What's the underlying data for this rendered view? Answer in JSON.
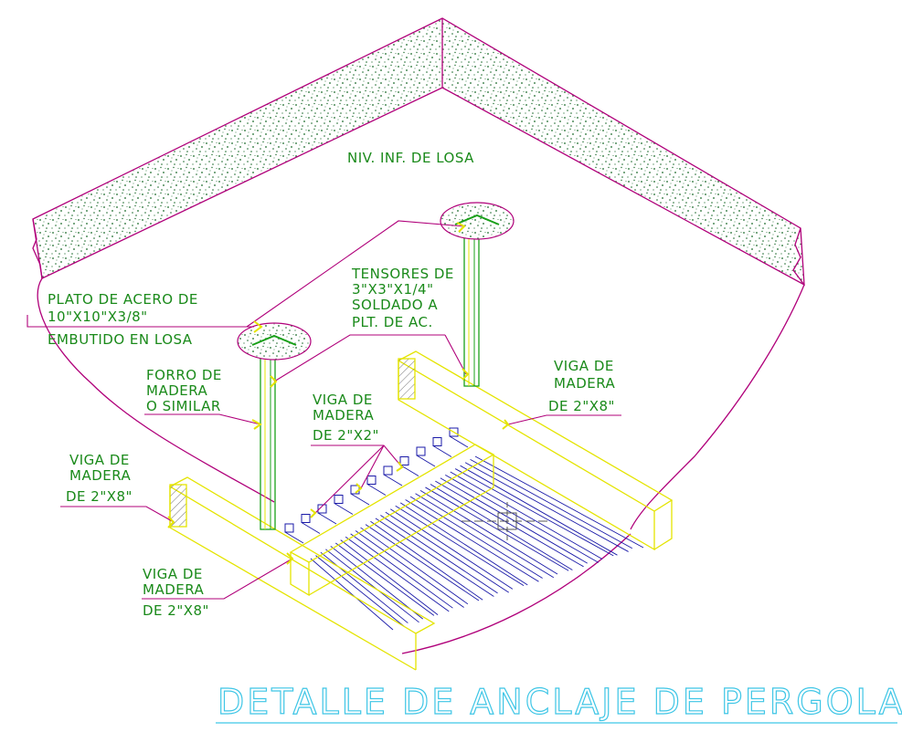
{
  "diagram": {
    "title": "DETALLE DE ANCLAJE DE PERGOLA",
    "colors": {
      "outline": "#b0007a",
      "text": "#1a8a1a",
      "beams": "#e4e400",
      "planks": "#1a1aa8",
      "tensor": "#19a019",
      "title": "#3fc6e6",
      "concrete": "#1a6a2a"
    },
    "labels": {
      "slab": "NIV. INF. DE LOSA",
      "plate": [
        "PLATO DE ACERO DE",
        "10\"X10\"X3/8\"",
        "EMBUTIDO EN LOSA"
      ],
      "tensors": [
        "TENSORES DE",
        "3\"X3\"X1/4\"",
        "SOLDADO A",
        "PLT. DE AC."
      ],
      "lining": [
        "FORRO DE",
        "MADERA",
        "O SIMILAR"
      ],
      "beam_small": [
        "VIGA DE",
        "MADERA",
        "DE 2\"X2\""
      ],
      "beam_right": [
        "VIGA DE",
        "MADERA",
        "DE 2\"X8\""
      ],
      "beam_left": [
        "VIGA DE",
        "MADERA",
        "DE 2\"X8\""
      ],
      "beam_front": [
        "VIGA DE",
        "MADERA",
        "DE 2\"X8\""
      ]
    }
  }
}
